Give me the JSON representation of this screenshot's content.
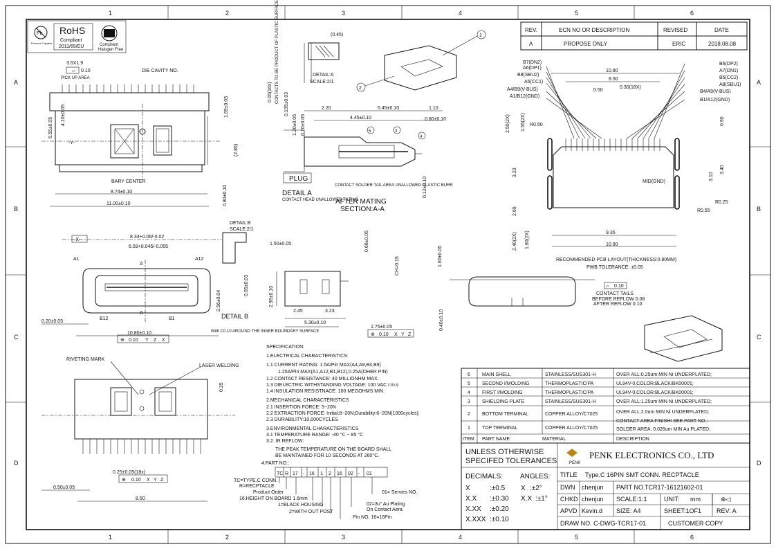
{
  "grid": {
    "cols": [
      "1",
      "2",
      "3",
      "4",
      "5",
      "6"
    ],
    "rows": [
      "A",
      "B",
      "C",
      "D"
    ]
  },
  "logos": {
    "pb_top": "Pb",
    "pb_bottom": "Process Capable",
    "rohs_title": "RoHS",
    "rohs_line1": "Compliant",
    "rohs_line2": "2011/65/EU",
    "halogen_line1": "Compliant",
    "halogen_line2": "Halogen Free"
  },
  "revision": {
    "headers": [
      "REV.",
      "ECN NO OR DESCRIPTION",
      "REVISED",
      "DATE"
    ],
    "row": [
      "A",
      "PROPOSE ONLY",
      "ERIC",
      "2018.08.08"
    ]
  },
  "top_view": {
    "dim_3_5": "3.5X1.9",
    "pick_up": "PICK UP AREA",
    "flat_010": "0.10",
    "die_cavity": "DIE CAVITY NO.",
    "dim_1_65": "1.65±0.05",
    "dim_6_55": "6.55±0.05",
    "dim_4_10": "4.10±0.05",
    "dim_2_85": "(2.85)",
    "y_label": "-Y-",
    "bary": "BARY CENTER",
    "dim_8_74": "8.74±0.10",
    "dim_11_00": "11.00±0.10",
    "dim_0_80": "0.80±0.10"
  },
  "detail_a": {
    "dim_045": "(0.45)",
    "dim_005": "0.05(16x)",
    "contacts_note": "CONTACTS TO BE PRODUCT OF PLASTIC SURFACE",
    "dim_0105": "0.105±0.03",
    "title": "DETAIL:A",
    "scale": "SCALE:2/1"
  },
  "iso_top": {
    "c1": "1",
    "c2": "2"
  },
  "section": {
    "dim_2_20": "2.20",
    "dim_5_45": "5.45±0.10",
    "dim_1_10": "1.10",
    "dim_4_45": "4.45±0.10",
    "dim_0_80": "0.80±0.10",
    "dim_1_20": "1.20±0.05",
    "dim_0_70": "0.70±0.05",
    "dim_0_12": "0.12±0.10",
    "c3": "3",
    "c4": "4",
    "c5": "5",
    "plug": "PLUG",
    "detail_a": "DETAIL A",
    "contact_head": "CONTACT HEAD UNALLOWED TILTING",
    "after_mating": "AFTER MATING",
    "section_aa": "SECTION:A-A",
    "solder_tail": "CONTACT SOLDER TAIL AREA UNALLOWED PLASTIC BURR"
  },
  "pcb": {
    "labels_left": [
      "B7(DN2)",
      "A6(DP1)",
      "B8(SBU2)",
      "A5(CC1)",
      "A4/B9(V-BUS)",
      "A1/B12(GND)"
    ],
    "labels_right": [
      "B6(DP2)",
      "A7(DN1)",
      "B5(CC2)",
      "A8(SBU1)",
      "B4/A9(V-BUS)",
      "B1/A12(GND)"
    ],
    "dim_10_80_top": "10.80",
    "dim_8_50": "8.50",
    "dim_0_50": "0.50",
    "dim_0_30": "0.30(18X)",
    "dim_2_55": "2.55(2X)",
    "dim_1_55": "1.55(2X)",
    "dim_0_90": "0.90",
    "r050": "R0.50",
    "dim_3_23": "3.23",
    "dim_3_10": "3.10",
    "dim_3_40": "3.40",
    "mid_gnd": "MID(GND)",
    "dim_2_69": "2.69",
    "r025": "R0.25",
    "r055": "R0.55",
    "dim_9_35": "9.35",
    "dim_10_80": "10.80",
    "dim_2_40": "2.40(2X)",
    "dim_1_80": "1.80(2X)",
    "title": "RECOMMENDED PCB LAYOUT(THICKNESS:0.80MM)",
    "tolerance": "PWB TOLERANCE: ±0.05"
  },
  "front_view": {
    "x_label": "-X-",
    "dim_8_34": "8.34+0.06/-0.02",
    "dim_6_59": "6.59+0.045/-0.055",
    "a1": "A1",
    "a12": "A12",
    "a_top": "A",
    "a_bot": "A",
    "b12": "B12",
    "b1": "B1",
    "dim_2_56": "2.56±0.04",
    "dim_0_20": "0.20±0.05",
    "dim_10_80": "10.80±0.10",
    "tol_frame": [
      "⊕",
      "0.10",
      "Y",
      "Z",
      "X"
    ],
    "with_c010": "With C0.10 AROUND THE INNER BOUNDARY SURFACE",
    "detail_b_title": "DETAIL:B",
    "detail_b_scale": "SCALE:2/1",
    "dim_0_05": "0.05±0.03",
    "detail_b": "DETAIL B"
  },
  "side_view": {
    "dim_1_50": "1.50±0.05",
    "dim_0_68": "0.68±0.05",
    "ch": "CH=0.15",
    "dim_2_96": "2.96±0.10",
    "dim_2_45": "2.45",
    "dim_3_23": "3.23",
    "dim_5_30": "5.30±0.10",
    "dim_1_75": "1.75±0.05",
    "tol_frame": [
      "⊕",
      "0.10",
      "X",
      "Y",
      "Z"
    ]
  },
  "rear_view": {
    "dim_1_60": "1.60±0.05",
    "dim_0_40": "0.40±0.10",
    "flat": "0.10",
    "note1": "CONTACT TAILS",
    "note2": "BEFORE REFLOW 0.08",
    "note3": "AFTER REFLOW 0.10"
  },
  "bottom_view": {
    "riveting": "RIVETING MARK",
    "laser": "LASER WELDING",
    "dim_0_25": "0.25",
    "dim_0_25x": "0.25±0.05(18x)",
    "tol_frame": [
      "⊕",
      "0.10",
      "X",
      "Y",
      "Z"
    ],
    "dim_0_50": "0.50±0.05",
    "dim_8_50": "8.50"
  },
  "spec": {
    "title": "SPECIFICATION:",
    "lines": [
      "1.ELECTRICAL CHARACTERISTICS:",
      "1.1 CURRENT RATING: 1.5A/Pin MAX(A4,A9,B4,B9)",
      "1.25A/Pin MAX(A1,A12,B1,B12),0.25A(OHER PIN)",
      "1.2 CONTACT RESISTANCE: 40 MILLIONHM MAX.",
      "1.3 DIELECTRIC WITHSTANDING VOLTAGE: 100 VAC r.m.s",
      "1.4 INSULATION RESISTNACE: 100 MEGOHMS MIN.",
      "2.MECHANICAL CHARACTERISTICS",
      "2.1 INSERTION FORCE: 5~20N",
      "2.2 EXTRACTION FORCE: Initial:8~20N;Durability:6~20N(1000cycles);",
      "2.3 DURABILITY:10,000CYCLES",
      "3.ENVIRONMENTAL   CHARACTERISTICS",
      "3.1 TEMPERATURE RANGE: -40 °C ~ 85 °C",
      "3.2. IR REFLOW:",
      "THE PEAK TEMPERATURE ON THE BOARD SHALL",
      "BE MAINTAINED FOR 10 SECONDS AT 260°C.",
      "4.PART NO.:"
    ]
  },
  "part_no": {
    "boxes": [
      "TC",
      "R",
      "17",
      "-",
      "16",
      "1",
      "2",
      "16",
      "02",
      "-",
      "01"
    ],
    "tc": "TC=TYPE.C CONN.",
    "r": "R=RECPTACLE",
    "order": "Product Order",
    "h16": "16:HEIGHT ON BOARD 1.6mm",
    "black": "1=BLACK HOUSING",
    "post": "2=WITH OUT POST",
    "pin": "Pin NO. 16=16Pin",
    "plating1": "02=3u\" Au Plating",
    "plating2": "On Contact Aera",
    "series": "01= Servies NO."
  },
  "bom": {
    "rows": [
      [
        "6",
        "MAIN SHELL",
        "STAINLESS/SUS301-H",
        "OVER ALL:0.25um MIN Ni UNDERPLATED;"
      ],
      [
        "5",
        "SECOND I/MOLDING",
        "THERMOPLASTIC/PA",
        "UL94V-0,COLOR:BLACK/BK00001;"
      ],
      [
        "4",
        "FIRST I/MOLDING",
        "THERMOPLASTIC/PA",
        "UL94V-0,COLOR:BLACK/BK00001;"
      ],
      [
        "3",
        "SHIELDING PLATE",
        "STAINLESS/SUS301-H",
        "OVER ALL:1.25um MIN Ni UNDERPLATED;"
      ],
      [
        "2",
        "BOTTOM TERMINAL",
        "COPPER ALLOY/C7025",
        "OVER ALL:2.0um MIN Ni UNDERPLATED;"
      ],
      [
        "1",
        "TOP TERMINAL",
        "COPPER ALLOY/C7025",
        "CONTACT AREA FINISHI SEE PART NO.;"
      ]
    ],
    "extra": "SOLDER AREA: 0.026um MIN Au PLATED;",
    "headers": [
      "ITEM",
      "PART NAME",
      "MATERIAL",
      "DESCRIPTION"
    ]
  },
  "title_block": {
    "unless1": "UNLESS OTHERWISE",
    "unless2": "SPECIFED TOLERANCES",
    "company_mark": "PENK",
    "company": "PENK ELECTRONICS CO., LTD",
    "decimals": "DECIMALS:",
    "angles": "ANGLES:",
    "tol_rows": [
      [
        "X",
        ":±0.5",
        "X",
        ":±2°"
      ],
      [
        "X.X",
        ":±0.30",
        "X.X",
        ":±1°"
      ],
      [
        "X.XX",
        ":±0.20",
        "",
        ""
      ],
      [
        "X.XXX",
        ":±0.10",
        "",
        ""
      ]
    ],
    "title_label": "TITLE",
    "title": "Type.C 16PIN SMT CONN. RECPTACLE",
    "dwn_label": "DWN",
    "dwn": "chenjun",
    "partno_label": "PART NO.",
    "partno": "TCR17-16121602-01",
    "chkd_label": "CHKD",
    "chkd": "chenjun",
    "scale": "SCALE:1:1",
    "unit": "UNIT:",
    "unit_val": "mm",
    "apvd_label": "APVD",
    "apvd": "Kevin.d",
    "size": "SIZE: A4",
    "sheet": "SHEET:1OF1",
    "rev": "REV: A",
    "drawno": "DRAW NO. C-DWG-TCR17-01",
    "copy": "CUSTOMER COPY"
  }
}
